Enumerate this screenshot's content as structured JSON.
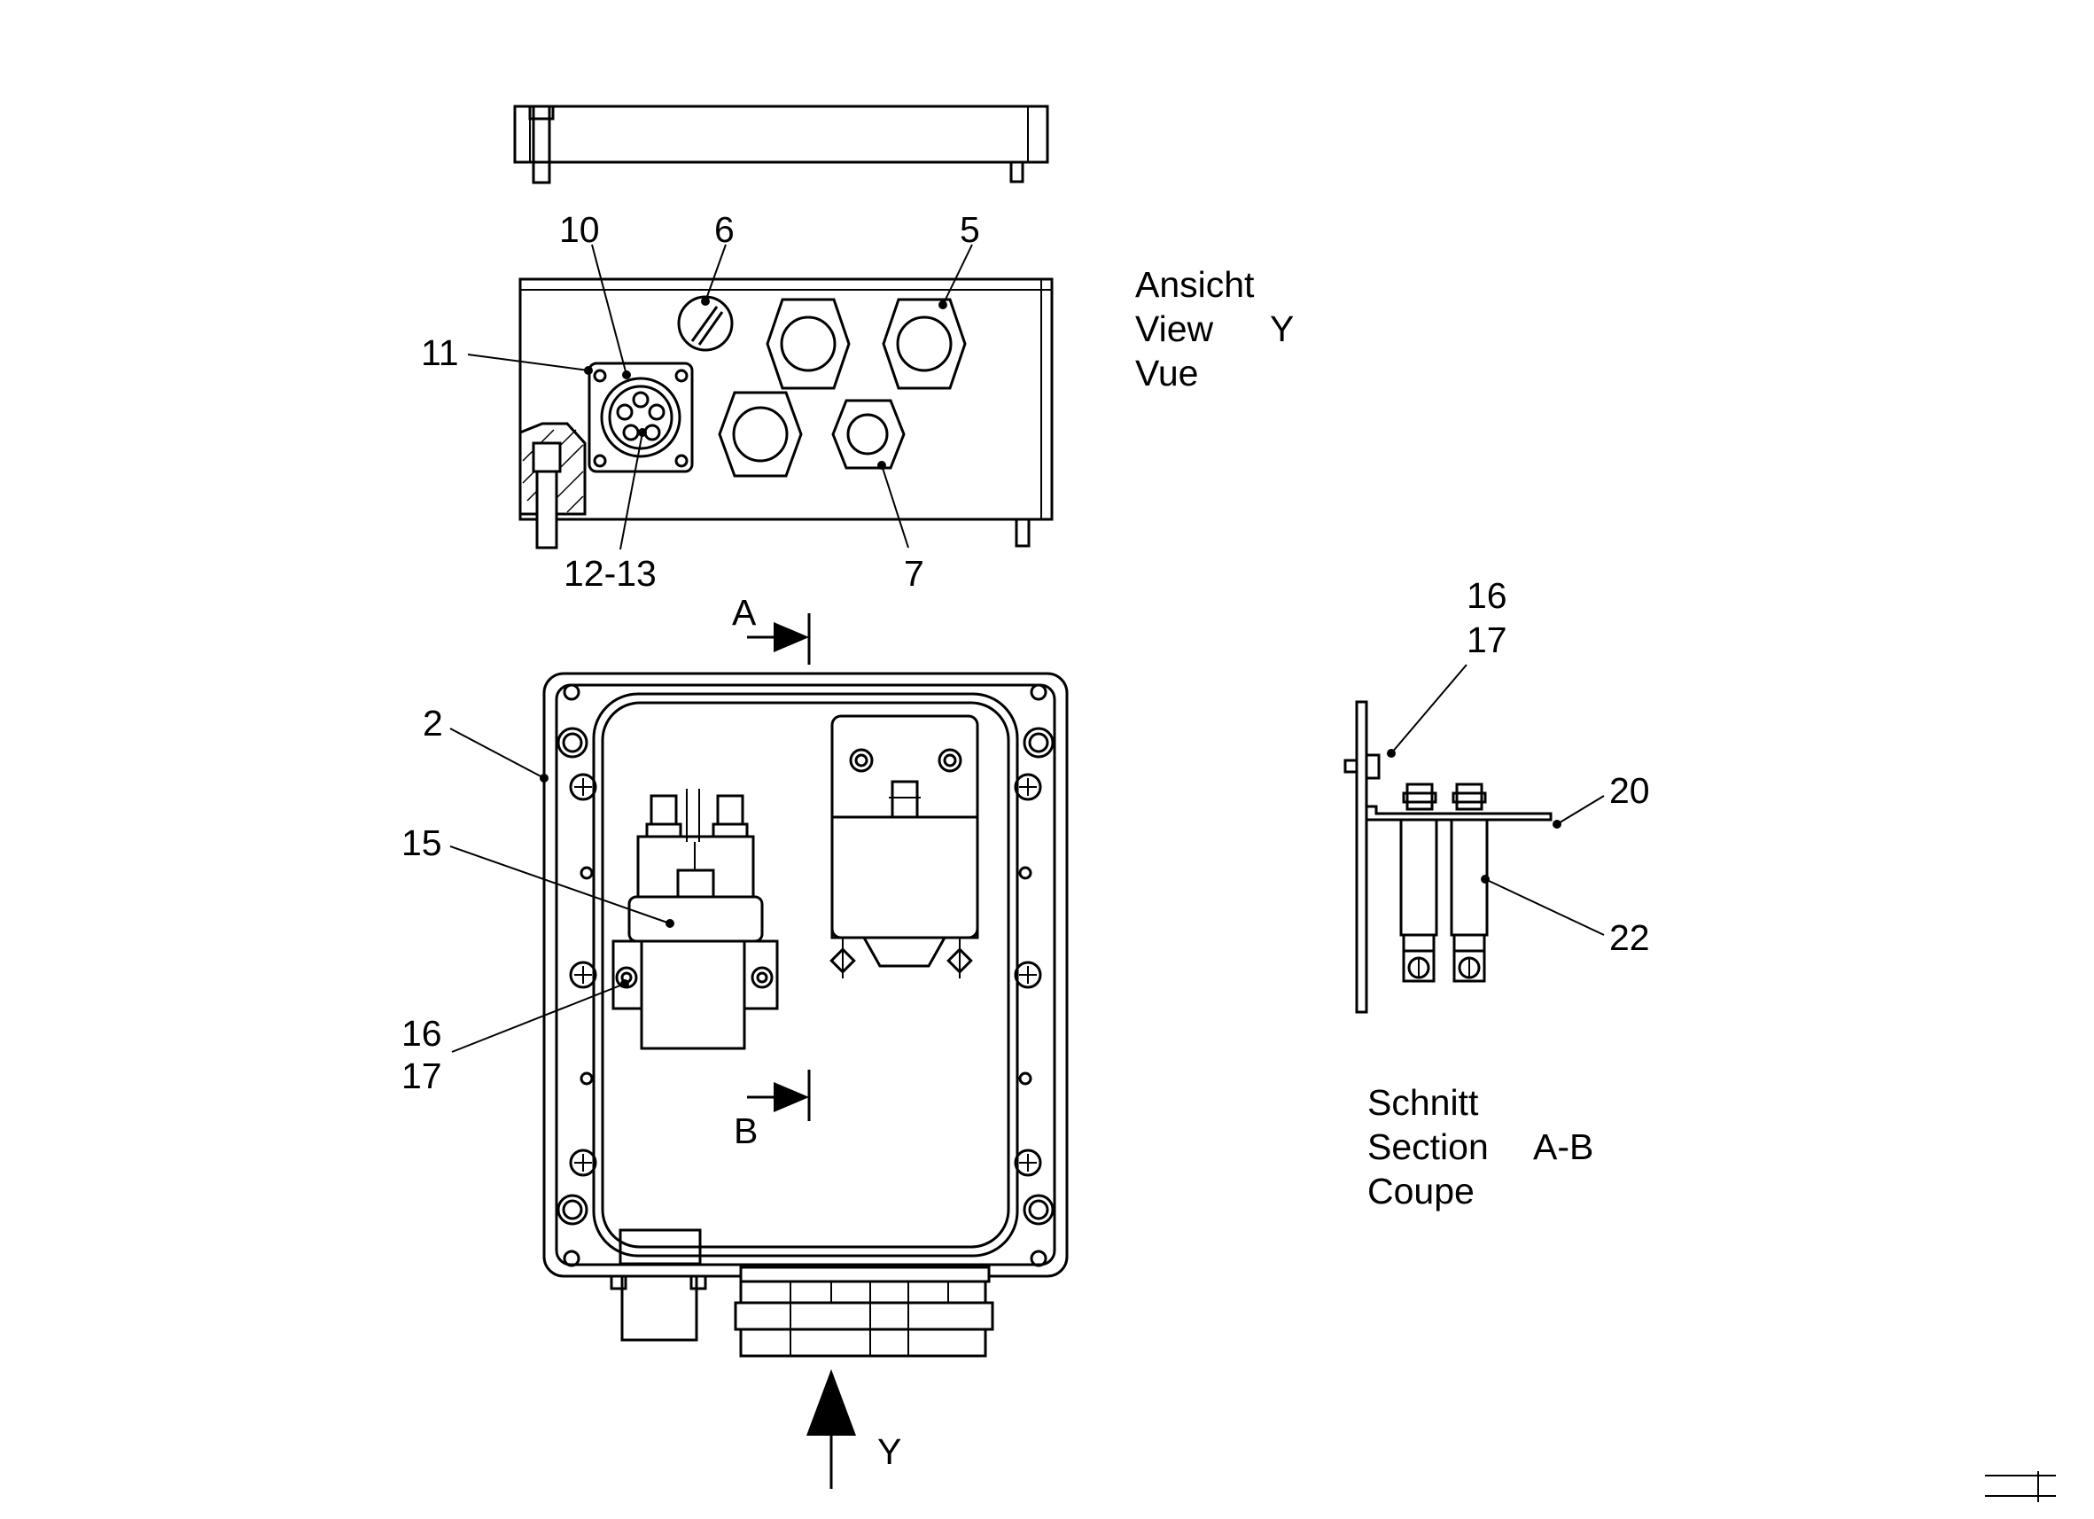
{
  "callouts": {
    "c10": "10",
    "c6": "6",
    "c5": "5",
    "c11": "11",
    "c12_13": "12-13",
    "c7": "7",
    "c2": "2",
    "c15": "15",
    "c16a": "16",
    "c17a": "17",
    "c16b": "16",
    "c17b": "17",
    "c20": "20",
    "c22": "22"
  },
  "view_label": {
    "line1": "Ansicht",
    "line2": "View",
    "line3": "Vue",
    "letter": "Y"
  },
  "section_label": {
    "line1": "Schnitt",
    "line2": "Section",
    "line3": "Coupe",
    "letters": "A-B"
  },
  "section_markers": {
    "a": "A",
    "b": "B",
    "y": "Y"
  }
}
